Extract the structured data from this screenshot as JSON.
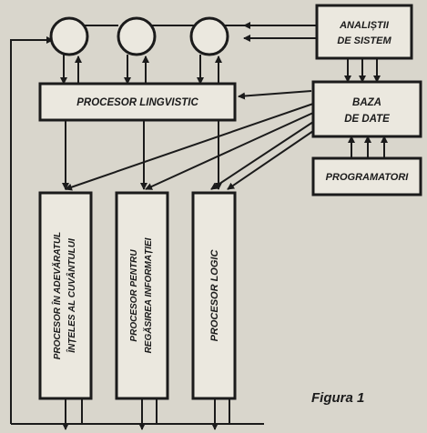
{
  "diagram": {
    "boxes": {
      "analysts": [
        "ANALIȘTII",
        "DE SISTEM"
      ],
      "linguistic": "PROCESOR LINGVISTIC",
      "database": [
        "BAZA",
        "DE DATE"
      ],
      "programmers": "PROGRAMATORI",
      "meaning": [
        "PROCESOR ÎN ADEVĂRATUL",
        "ÎNȚELES AL CUVÂNTULUI"
      ],
      "retrieval": [
        "PROCESOR PENTRU",
        "REGĂSIREA INFORMAȚIEI"
      ],
      "logic": "PROCESOR LOGIC"
    },
    "caption": "Figura 1"
  },
  "colors": {
    "paper": "#d9d6cc",
    "ink": "#1b1b1b",
    "box_fill": "#ebe8df"
  }
}
